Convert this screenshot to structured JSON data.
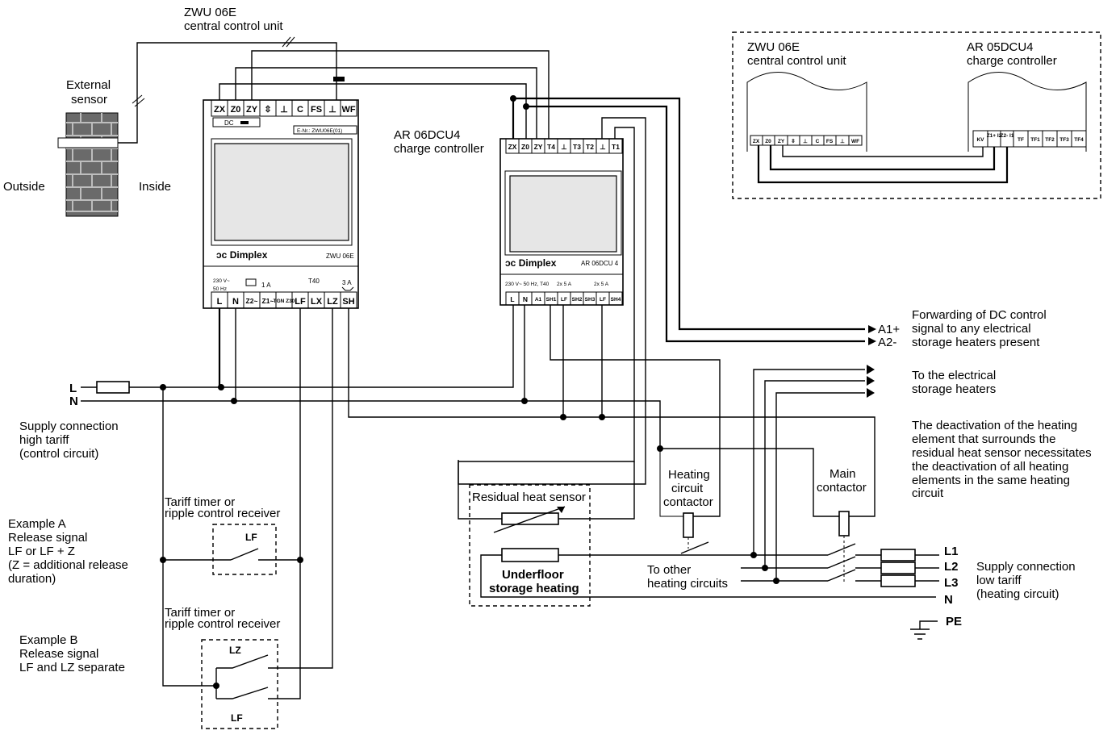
{
  "labels": {
    "zwu_title": "ZWU 06E",
    "zwu_subtitle": "central control unit",
    "external_sensor_1": "External",
    "external_sensor_2": "sensor",
    "outside": "Outside",
    "inside": "Inside",
    "ar_title": "AR 06DCU4",
    "ar_subtitle": "charge controller",
    "inset_zwu_title": "ZWU 06E",
    "inset_zwu_subtitle": "central control unit",
    "inset_ar_title": "AR 05DCU4",
    "inset_ar_subtitle": "charge controller",
    "forward_1": "Forwarding of DC control",
    "forward_2": "signal to any electrical",
    "forward_3": "storage heaters present",
    "a1": "A1+",
    "a2": "A2-",
    "to_heaters_1": "To the electrical",
    "to_heaters_2": "storage heaters",
    "deact_1": "The deactivation of the heating",
    "deact_2": "element that surrounds the",
    "deact_3": "residual heat sensor necessitates",
    "deact_4": "the deactivation of all heating",
    "deact_5": "elements in the same heating",
    "deact_6": "circuit",
    "line_l": "L",
    "line_n": "N",
    "supply_high_1": "Supply connection",
    "supply_high_2": "high tariff",
    "supply_high_3": "(control circuit)",
    "example_a_1": "Example A",
    "example_a_2": "Release signal",
    "example_a_3": "LF or LF + Z",
    "example_a_4": "(Z = additional release",
    "example_a_5": "duration)",
    "tariff_1a": "Tariff timer or",
    "tariff_1b": "ripple control receiver",
    "lf_a": "LF",
    "tariff_2a": "Tariff timer or",
    "tariff_2b": "ripple control receiver",
    "lz_b": "LZ",
    "lf_b": "LF",
    "example_b_1": "Example B",
    "example_b_2": "Release signal",
    "example_b_3": "LF and LZ separate",
    "residual_sensor": "Residual heat sensor",
    "underfloor_1": "Underfloor",
    "underfloor_2": "storage heating",
    "heating_contactor_1": "Heating",
    "heating_contactor_2": "circuit",
    "heating_contactor_3": "contactor",
    "main_contactor_1": "Main",
    "main_contactor_2": "contactor",
    "other_circuits_1": "To other",
    "other_circuits_2": "heating circuits",
    "l1": "L1",
    "l2": "L2",
    "l3": "L3",
    "n_low": "N",
    "pe": "PE",
    "supply_low_1": "Supply connection",
    "supply_low_2": "low tariff",
    "supply_low_3": "(heating circuit)"
  },
  "zwu_unit": {
    "top_terminals": [
      "ZX",
      "Z0",
      "ZY",
      "⇳",
      "⊥",
      "C",
      "FS",
      "⊥",
      "WF"
    ],
    "dc_label": "DC",
    "enr_label": "E-Nr.: ZWU06E(01)",
    "brand": "Dimplex",
    "model": "ZWU 06E",
    "rating_1": "230 V~",
    "rating_2": "50 Hz",
    "fuse_1a": "1 A",
    "t40": "T40",
    "fuse_3a": "3 A",
    "bottom_terminals": [
      "L",
      "N",
      "Z2~",
      "Z1~",
      "TGN Z30",
      "LF",
      "LX",
      "LZ",
      "SH"
    ]
  },
  "ar_unit": {
    "top_terminals": [
      "ZX",
      "Z0",
      "ZY",
      "T4",
      "⊥",
      "T3",
      "T2",
      "⊥",
      "T1"
    ],
    "brand": "Dimplex",
    "model": "AR 06DCU 4",
    "rating": "230 V~ 50 Hz, T40",
    "relay_1": "2x 5 A",
    "relay_2": "2x 5 A",
    "bottom_terminals": [
      "L",
      "N",
      "A1",
      "SH1",
      "LF",
      "SH2",
      "SH3",
      "LF",
      "SH4"
    ]
  },
  "inset": {
    "zwu_terminals": [
      "ZX",
      "Z0",
      "ZY",
      "⇳",
      "⊥",
      "C",
      "FS",
      "⊥",
      "WF"
    ],
    "ar_terminals": [
      "KV",
      "Z1+ I2",
      "Z2- I1",
      "TF",
      "TF1",
      "TF2",
      "TF3",
      "TF4"
    ]
  }
}
